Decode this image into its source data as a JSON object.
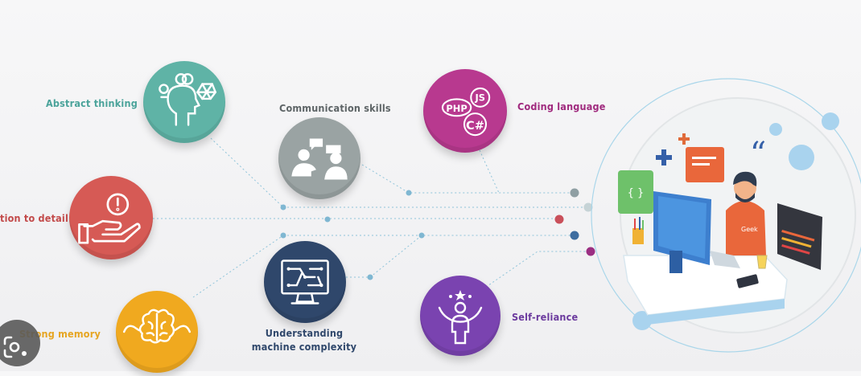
{
  "skills": {
    "abstract_thinking": {
      "label": "Abstract thinking",
      "color": "#5fb3a6"
    },
    "attention_to_detail": {
      "label": "tion to detail",
      "color": "#d65a55"
    },
    "strong_memory": {
      "label": "Strong memory",
      "color": "#f0a91f"
    },
    "communication_skills": {
      "label": "Communication skills",
      "color": "#9aa3a3"
    },
    "understanding_machine_complexity": {
      "label": "Understanding machine complexity",
      "color": "#2f476b"
    },
    "coding_language": {
      "label": "Coding language",
      "color": "#b8398f",
      "icon_text": [
        "PHP",
        "JS",
        "C#"
      ]
    },
    "self_reliance": {
      "label": "Self-reliance",
      "color": "#7a43b0"
    }
  },
  "illustration": {
    "shirt_text": "Geek",
    "window_symbol": "{ }"
  },
  "icons": [
    "brain-head-icon",
    "hand-alert-icon",
    "brain-muscle-icon",
    "people-chat-icon",
    "monitor-circuit-icon",
    "code-badges-icon",
    "person-stars-icon",
    "lens-icon"
  ]
}
